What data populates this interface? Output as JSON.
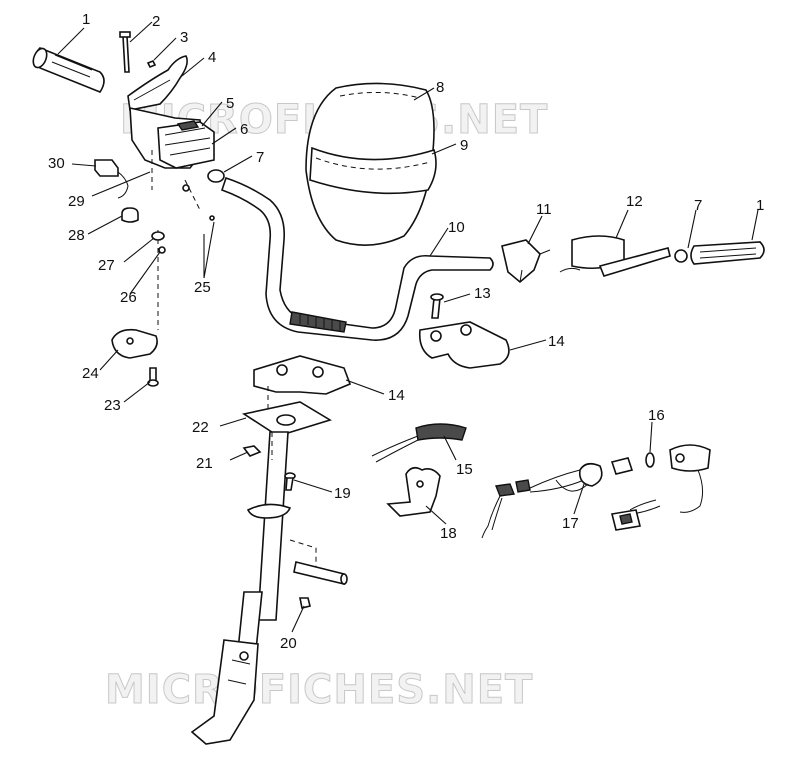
{
  "watermarks": [
    "MICROFICHES.NET",
    "MICROFICHES.NET"
  ],
  "callouts": [
    {
      "id": "c1a",
      "label": "1"
    },
    {
      "id": "c2",
      "label": "2"
    },
    {
      "id": "c3",
      "label": "3"
    },
    {
      "id": "c4",
      "label": "4"
    },
    {
      "id": "c5",
      "label": "5"
    },
    {
      "id": "c6",
      "label": "6"
    },
    {
      "id": "c7a",
      "label": "7"
    },
    {
      "id": "c8",
      "label": "8"
    },
    {
      "id": "c9",
      "label": "9"
    },
    {
      "id": "c10",
      "label": "10"
    },
    {
      "id": "c11",
      "label": "11"
    },
    {
      "id": "c12",
      "label": "12"
    },
    {
      "id": "c7b",
      "label": "7"
    },
    {
      "id": "c1b",
      "label": "1"
    },
    {
      "id": "c13",
      "label": "13"
    },
    {
      "id": "c14a",
      "label": "14"
    },
    {
      "id": "c14b",
      "label": "14"
    },
    {
      "id": "c15",
      "label": "15"
    },
    {
      "id": "c16",
      "label": "16"
    },
    {
      "id": "c17",
      "label": "17"
    },
    {
      "id": "c18",
      "label": "18"
    },
    {
      "id": "c19",
      "label": "19"
    },
    {
      "id": "c20",
      "label": "20"
    },
    {
      "id": "c21",
      "label": "21"
    },
    {
      "id": "c22",
      "label": "22"
    },
    {
      "id": "c23",
      "label": "23"
    },
    {
      "id": "c24",
      "label": "24"
    },
    {
      "id": "c25",
      "label": "25"
    },
    {
      "id": "c26",
      "label": "26"
    },
    {
      "id": "c27",
      "label": "27"
    },
    {
      "id": "c28",
      "label": "28"
    },
    {
      "id": "c29",
      "label": "29"
    },
    {
      "id": "c30",
      "label": "30"
    }
  ]
}
